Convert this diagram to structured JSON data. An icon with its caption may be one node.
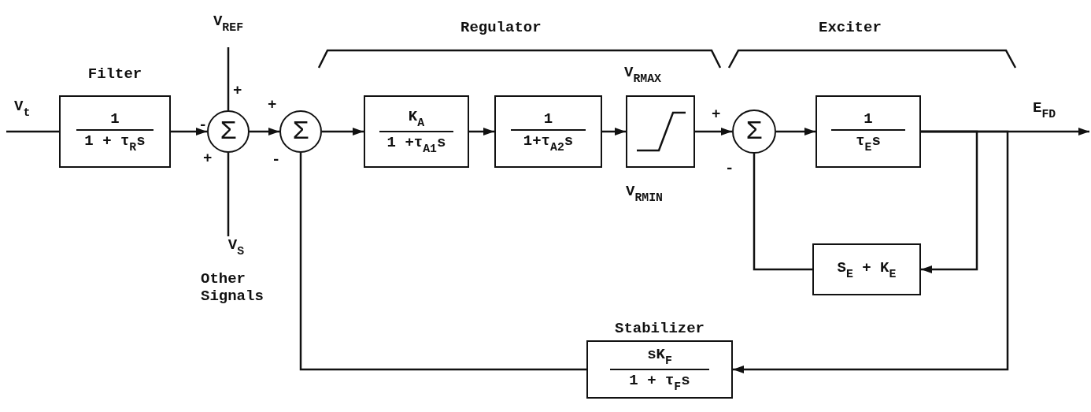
{
  "diagram": {
    "nodes": [
      {
        "text": [
          "Filter",
          "1",
          "1 + τ$_{R}$s"
        ]
      },
      {
        "text": [
          "Σ"
        ]
      },
      {
        "text": [
          "V$_{REF}$"
        ]
      },
      {
        "text": [
          "V$_{S}$",
          "Other Signals"
        ]
      },
      {
        "text": [
          "Σ"
        ]
      },
      {
        "text": [
          "K$_{A}$",
          "1 +τ$_{A1}$s"
        ]
      },
      {
        "text": [
          "1",
          "1+τ$_{A2}$s"
        ]
      },
      {
        "text": [],
        "shape": "box",
        "beside": [
          "V$_{RMAX}$",
          "V$_{RMIN}$"
        ]
      },
      {
        "text": [
          "Σ"
        ]
      },
      {
        "text": [
          "1",
          "τ$_{E}$s"
        ]
      },
      {
        "text": [
          "S$_{E}$ + K$_{E}$"
        ]
      },
      {
        "text": [
          "Stabilizer",
          "sK$_{F}$",
          "1 + τ$_{F}$s"
        ]
      }
    ],
    "edges": [
      {
        "from": null,
        "to": 0,
        "arrow": "none",
        "label": "V$_{t}$"
      },
      {
        "from": 0,
        "to": 1,
        "arrow": "to"
      },
      {
        "from": 2,
        "to": 1,
        "arrow": "none"
      },
      {
        "from": 3,
        "to": 1,
        "arrow": "none"
      },
      {
        "from": 1,
        "to": 4,
        "arrow": "to"
      },
      {
        "from": 4,
        "to": 5,
        "arrow": "to"
      },
      {
        "from": 5,
        "to": 6,
        "arrow": "to"
      },
      {
        "from": 6,
        "to": 7,
        "arrow": "to"
      },
      {
        "from": 7,
        "to": 8,
        "arrow": "to"
      },
      {
        "from": 8,
        "to": 9,
        "arrow": "to"
      },
      {
        "from": 9,
        "to": null,
        "arrow": "to",
        "label": "E$_{FD}$"
      },
      {
        "from": 9,
        "to": 10,
        "arrow": "to"
      },
      {
        "from": 10,
        "to": 8,
        "arrow": "none"
      },
      {
        "from": 9,
        "to": 11,
        "arrow": "to"
      },
      {
        "from": 11,
        "to": 4,
        "arrow": "none"
      }
    ],
    "labels": [
      "Regulator",
      "Exciter",
      "+",
      "+",
      "+",
      "-",
      "+",
      "-",
      "-"
    ]
  }
}
